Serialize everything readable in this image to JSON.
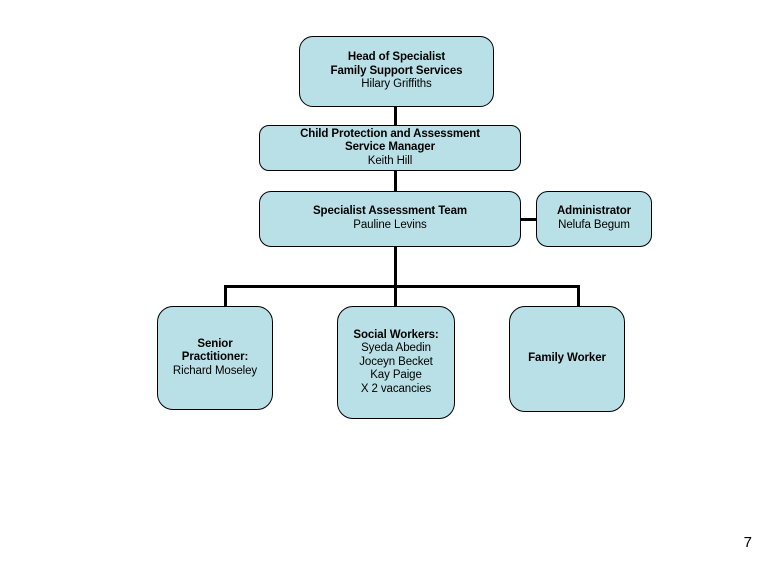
{
  "slide": {
    "page_number": "7",
    "box_fill_color": "#b9e0e6",
    "box_border_color": "#000000",
    "connector_color": "#000000"
  },
  "org_chart": {
    "nodes": [
      {
        "id": "head",
        "title_line1": "Head of Specialist",
        "title_line2": "Family Support Services",
        "person": "Hilary Griffiths"
      },
      {
        "id": "cp_manager",
        "title_line1": "Child Protection and Assessment",
        "title_line2": "Service Manager",
        "person": "Keith Hill"
      },
      {
        "id": "specialist_team",
        "title_line1": "Specialist Assessment Team",
        "person": "Pauline Levins"
      },
      {
        "id": "administrator",
        "title_line1": "Administrator",
        "person": "Nelufa Begum"
      },
      {
        "id": "senior_practitioner",
        "title_line1": "Senior",
        "title_line2": "Practitioner:",
        "person": "Richard Moseley"
      },
      {
        "id": "social_workers",
        "title_line1": "Social Workers:",
        "names": [
          "Syeda Abedin",
          "Joceyn Becket",
          "Kay Paige",
          "X  2 vacancies"
        ]
      },
      {
        "id": "family_worker",
        "title_line1": "Family Worker"
      }
    ]
  }
}
